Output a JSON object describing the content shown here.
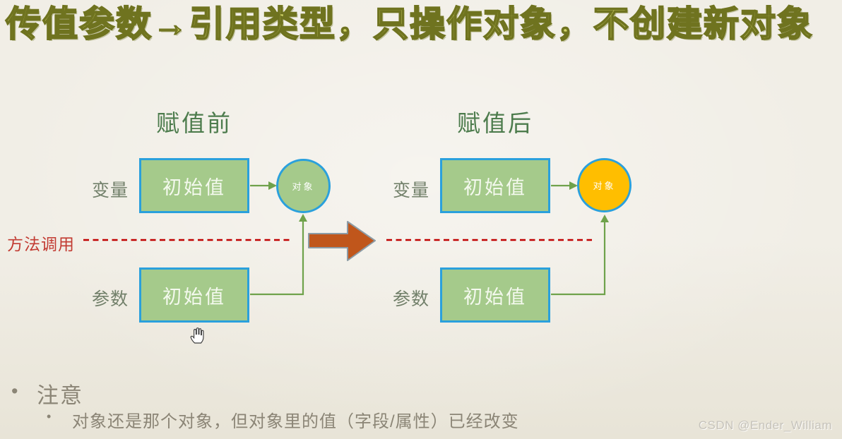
{
  "title": "传值参数→引用类型，只操作对象，不创建新对象",
  "diagram": {
    "before": {
      "heading": "赋值前"
    },
    "after": {
      "heading": "赋值后"
    },
    "variable_label": "变量",
    "parameter_label": "参数",
    "box_label": "初始值",
    "circle_label": "对象",
    "method_call_label": "方法调用"
  },
  "notes": {
    "bullet_glyph": "•",
    "heading": "注意",
    "detail": "对象还是那个对象，但对象里的值（字段/属性）已经改变"
  },
  "watermark": "CSDN @Ender_William",
  "colors": {
    "background_top": "#F1EEE6",
    "background_bottom": "#E8E4D7",
    "title_fill": "#D3D66B",
    "title_outline": "#6F731F",
    "heading_green": "#4D7C4D",
    "label_gray_green": "#72806A",
    "box_fill": "#A5CA8B",
    "box_border": "#2AA0DC",
    "box_text": "#F4F9EE",
    "circle_changed_fill": "#FFBE00",
    "connector_green": "#6FA24B",
    "method_call_red": "#C23B32",
    "dash_red": "#C00000",
    "big_arrow_fill": "#C0561B",
    "note_text": "#8B8576",
    "watermark": "#C6C3BB"
  }
}
